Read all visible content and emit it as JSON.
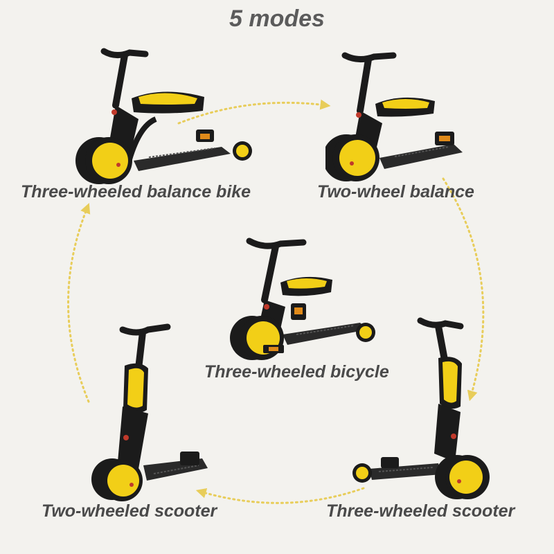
{
  "title": "5 modes",
  "colors": {
    "accent": "#f2cf17",
    "frame": "#1b1b1b",
    "arrow": "#e8cd5a",
    "background": "#f3f2ee"
  },
  "modes": [
    {
      "label": "Three-wheeled balance bike"
    },
    {
      "label": "Two-wheel balance"
    },
    {
      "label": "Three-wheeled bicycle"
    },
    {
      "label": "Two-wheeled scooter"
    },
    {
      "label": "Three-wheeled scooter"
    }
  ]
}
